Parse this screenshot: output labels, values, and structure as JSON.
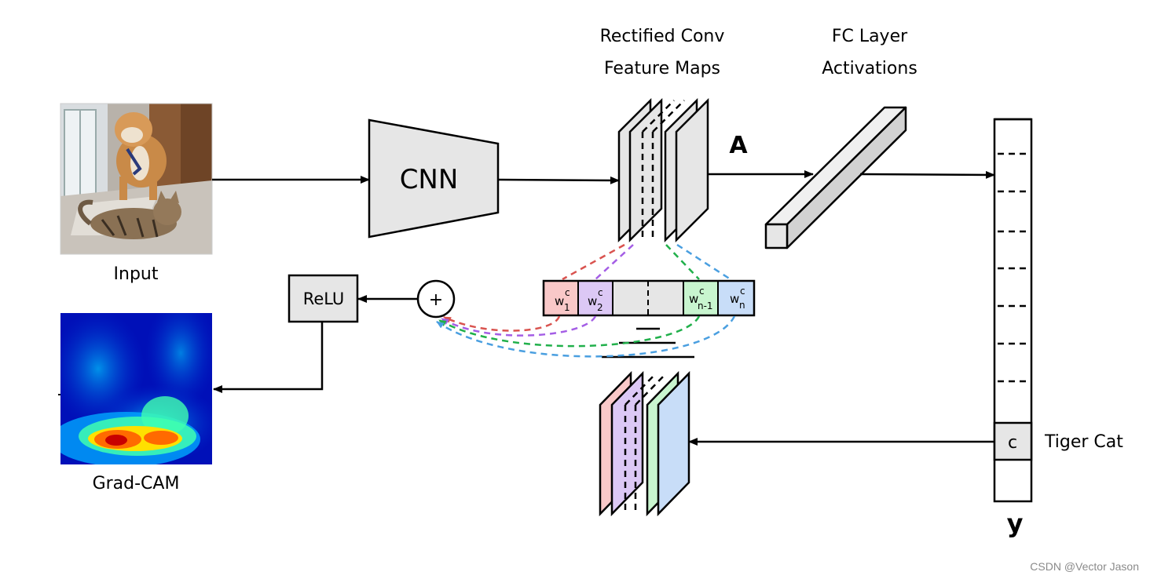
{
  "labels": {
    "input": "Input",
    "cnn": "CNN",
    "feature_maps_line1": "Rectified Conv",
    "feature_maps_line2": "Feature Maps",
    "fc_line1": "FC Layer",
    "fc_line2": "Activations",
    "activation_symbol": "A",
    "relu": "ReLU",
    "sum_symbol": "+",
    "grad_cam": "Grad-CAM",
    "class_cell": "c",
    "class_name": "Tiger Cat",
    "output_symbol": "y",
    "watermark": "CSDN @Vector Jason"
  },
  "weights": [
    {
      "base": "w",
      "sub": "1",
      "sup": "c",
      "color": "#f9c8c8",
      "edge": "#d9534f"
    },
    {
      "base": "w",
      "sub": "2",
      "sup": "c",
      "color": "#dcc8f5",
      "edge": "#a45ee5"
    },
    {
      "base": "w",
      "sub": "n-1",
      "sup": "c",
      "color": "#c8f5cf",
      "edge": "#21b04b"
    },
    {
      "base": "w",
      "sub": "n",
      "sup": "c",
      "color": "#c8ddf8",
      "edge": "#4a9fe0"
    }
  ],
  "colors": {
    "block_fill": "#e6e6e6",
    "stroke": "#000000"
  }
}
